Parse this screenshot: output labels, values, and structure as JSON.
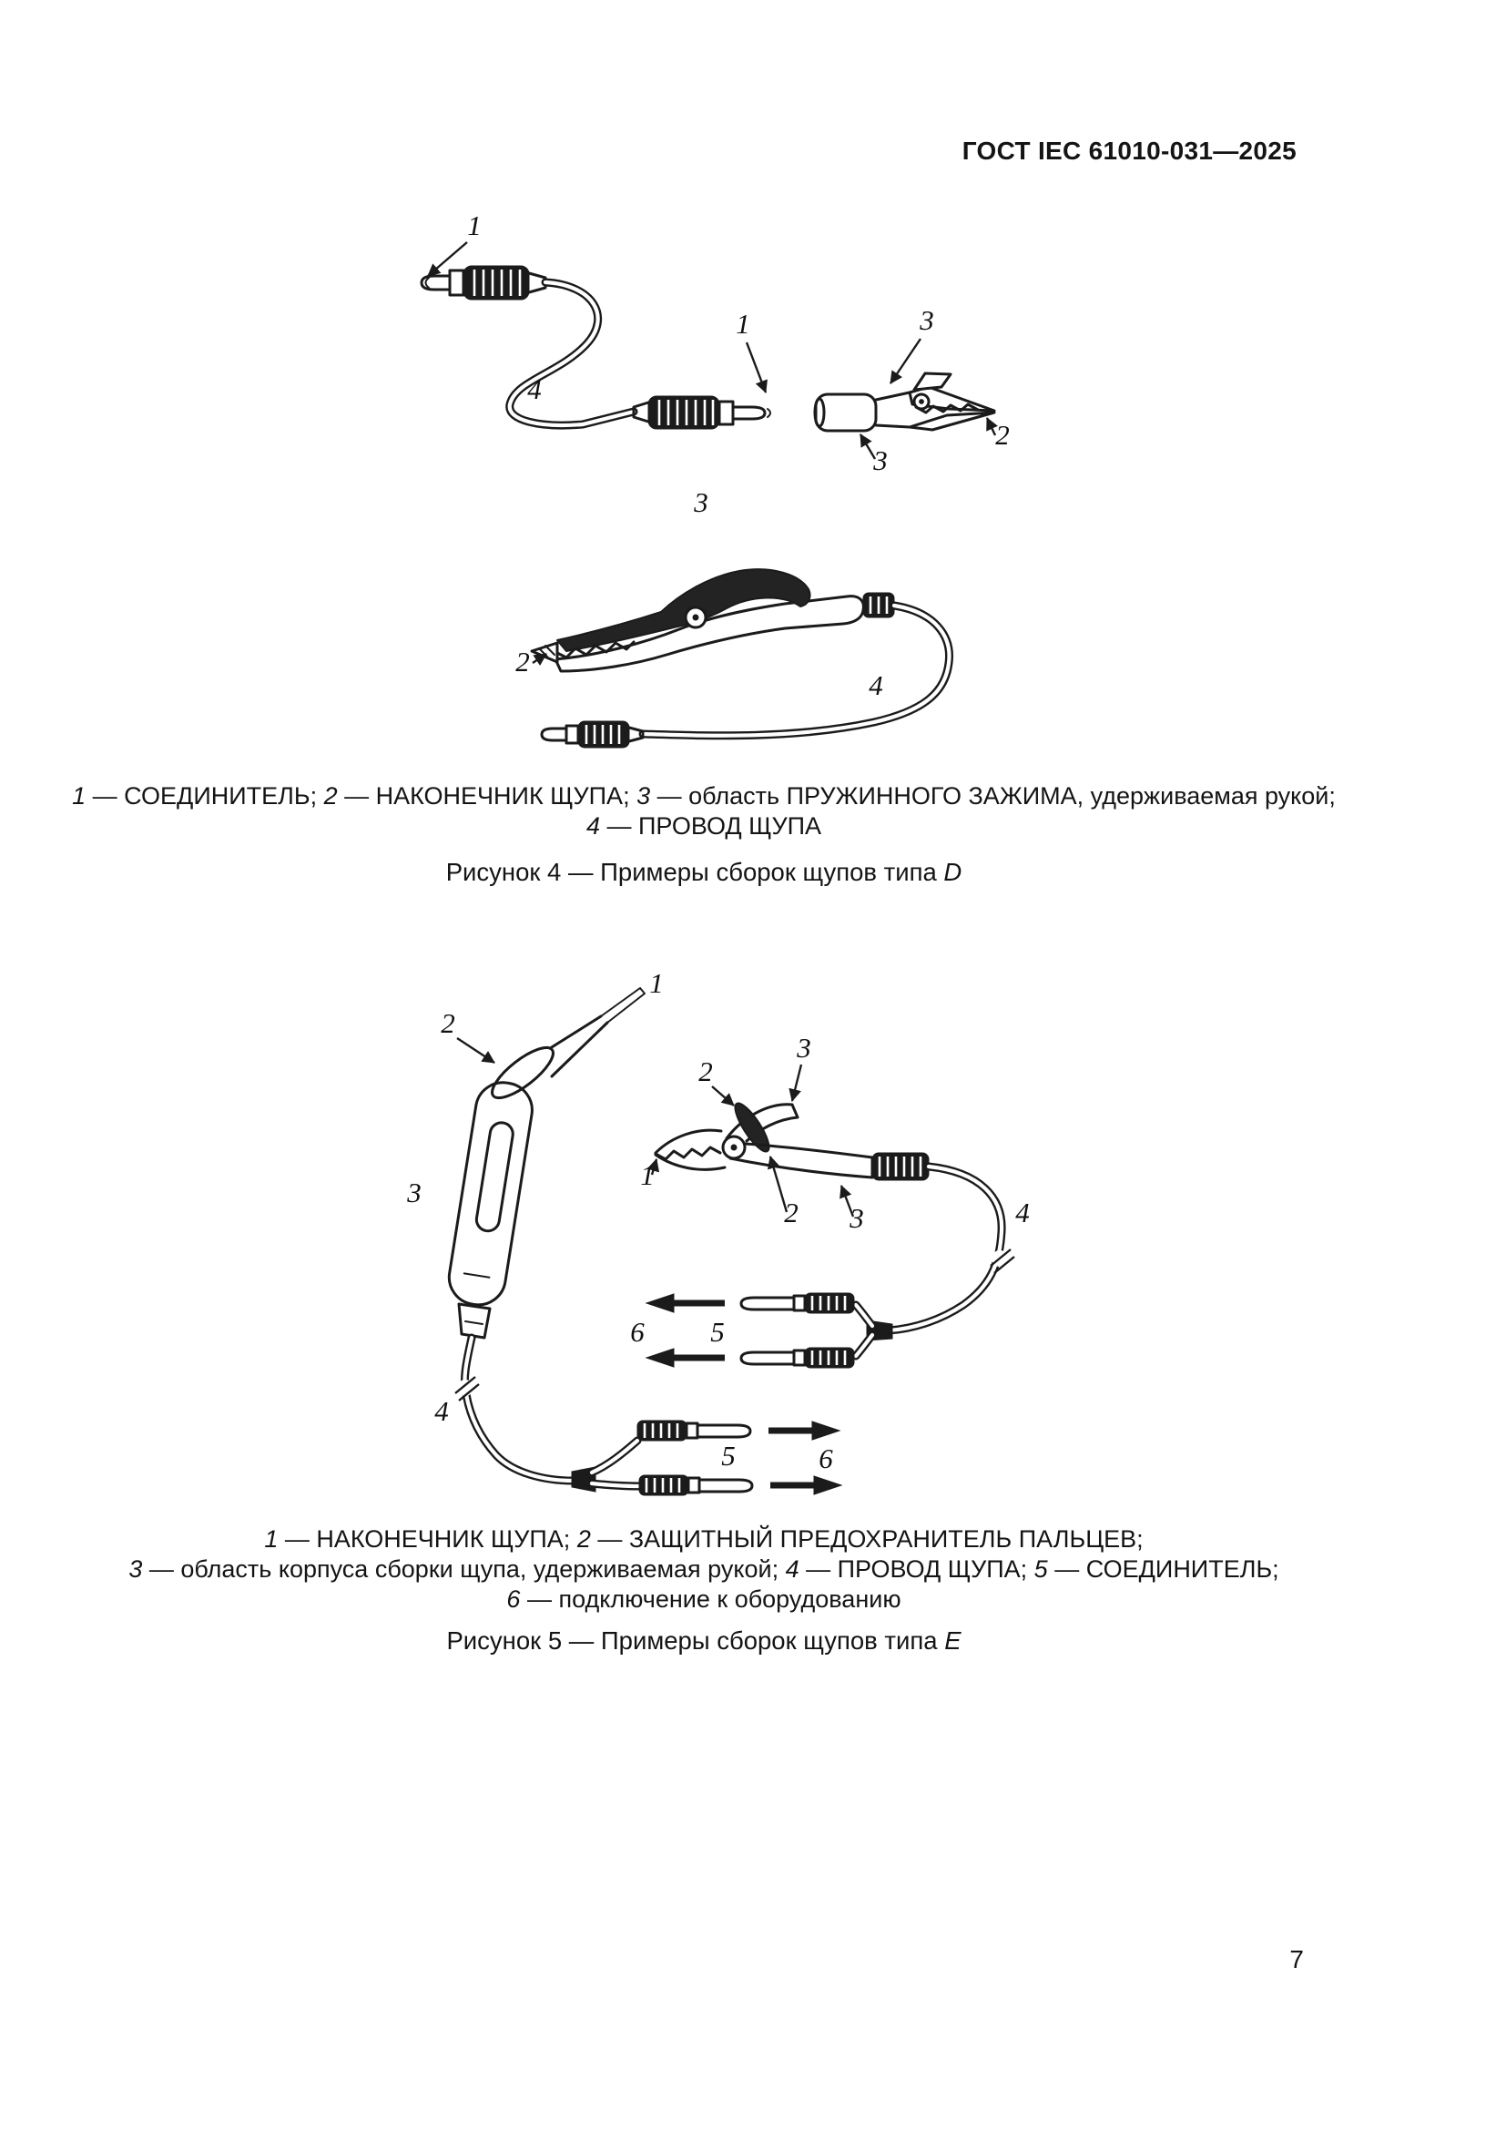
{
  "page": {
    "header": "ГОСТ IEC 61010-031—2025",
    "page_number": "7"
  },
  "labels": {
    "n1": "1",
    "n2": "2",
    "n3": "3",
    "n4": "4",
    "n5": "5",
    "n6": "6"
  },
  "figure4": {
    "caption_line1": [
      {
        "t": "1",
        "i": true
      },
      {
        "t": " — СОЕДИНИТЕЛЬ; "
      },
      {
        "t": "2",
        "i": true
      },
      {
        "t": " — НАКОНЕЧНИК ЩУПА; "
      },
      {
        "t": "3",
        "i": true
      },
      {
        "t": " — область ПРУЖИННОГО ЗАЖИМА, удерживаемая рукой;"
      }
    ],
    "caption_line2": [
      {
        "t": "4",
        "i": true
      },
      {
        "t": " — ПРОВОД ЩУПА"
      }
    ],
    "title": [
      {
        "t": "Рисунок 4 — Примеры сборок щупов типа "
      },
      {
        "t": "D",
        "i": true
      }
    ]
  },
  "figure5": {
    "caption_line1": [
      {
        "t": "1",
        "i": true
      },
      {
        "t": " — НАКОНЕЧНИК ЩУПА; "
      },
      {
        "t": "2",
        "i": true
      },
      {
        "t": " — ЗАЩИТНЫЙ ПРЕДОХРАНИТЕЛЬ ПАЛЬЦЕВ;"
      }
    ],
    "caption_line2": [
      {
        "t": "3",
        "i": true
      },
      {
        "t": " — область корпуса сборки щупа, удерживаемая рукой; "
      },
      {
        "t": "4",
        "i": true
      },
      {
        "t": " — ПРОВОД ЩУПА; "
      },
      {
        "t": "5",
        "i": true
      },
      {
        "t": " — СОЕДИНИТЕЛЬ;"
      }
    ],
    "caption_line3": [
      {
        "t": "6",
        "i": true
      },
      {
        "t": " — подключение к оборудованию"
      }
    ],
    "title": [
      {
        "t": "Рисунок 5 — Примеры сборок щупов типа "
      },
      {
        "t": "E",
        "i": true
      }
    ]
  }
}
